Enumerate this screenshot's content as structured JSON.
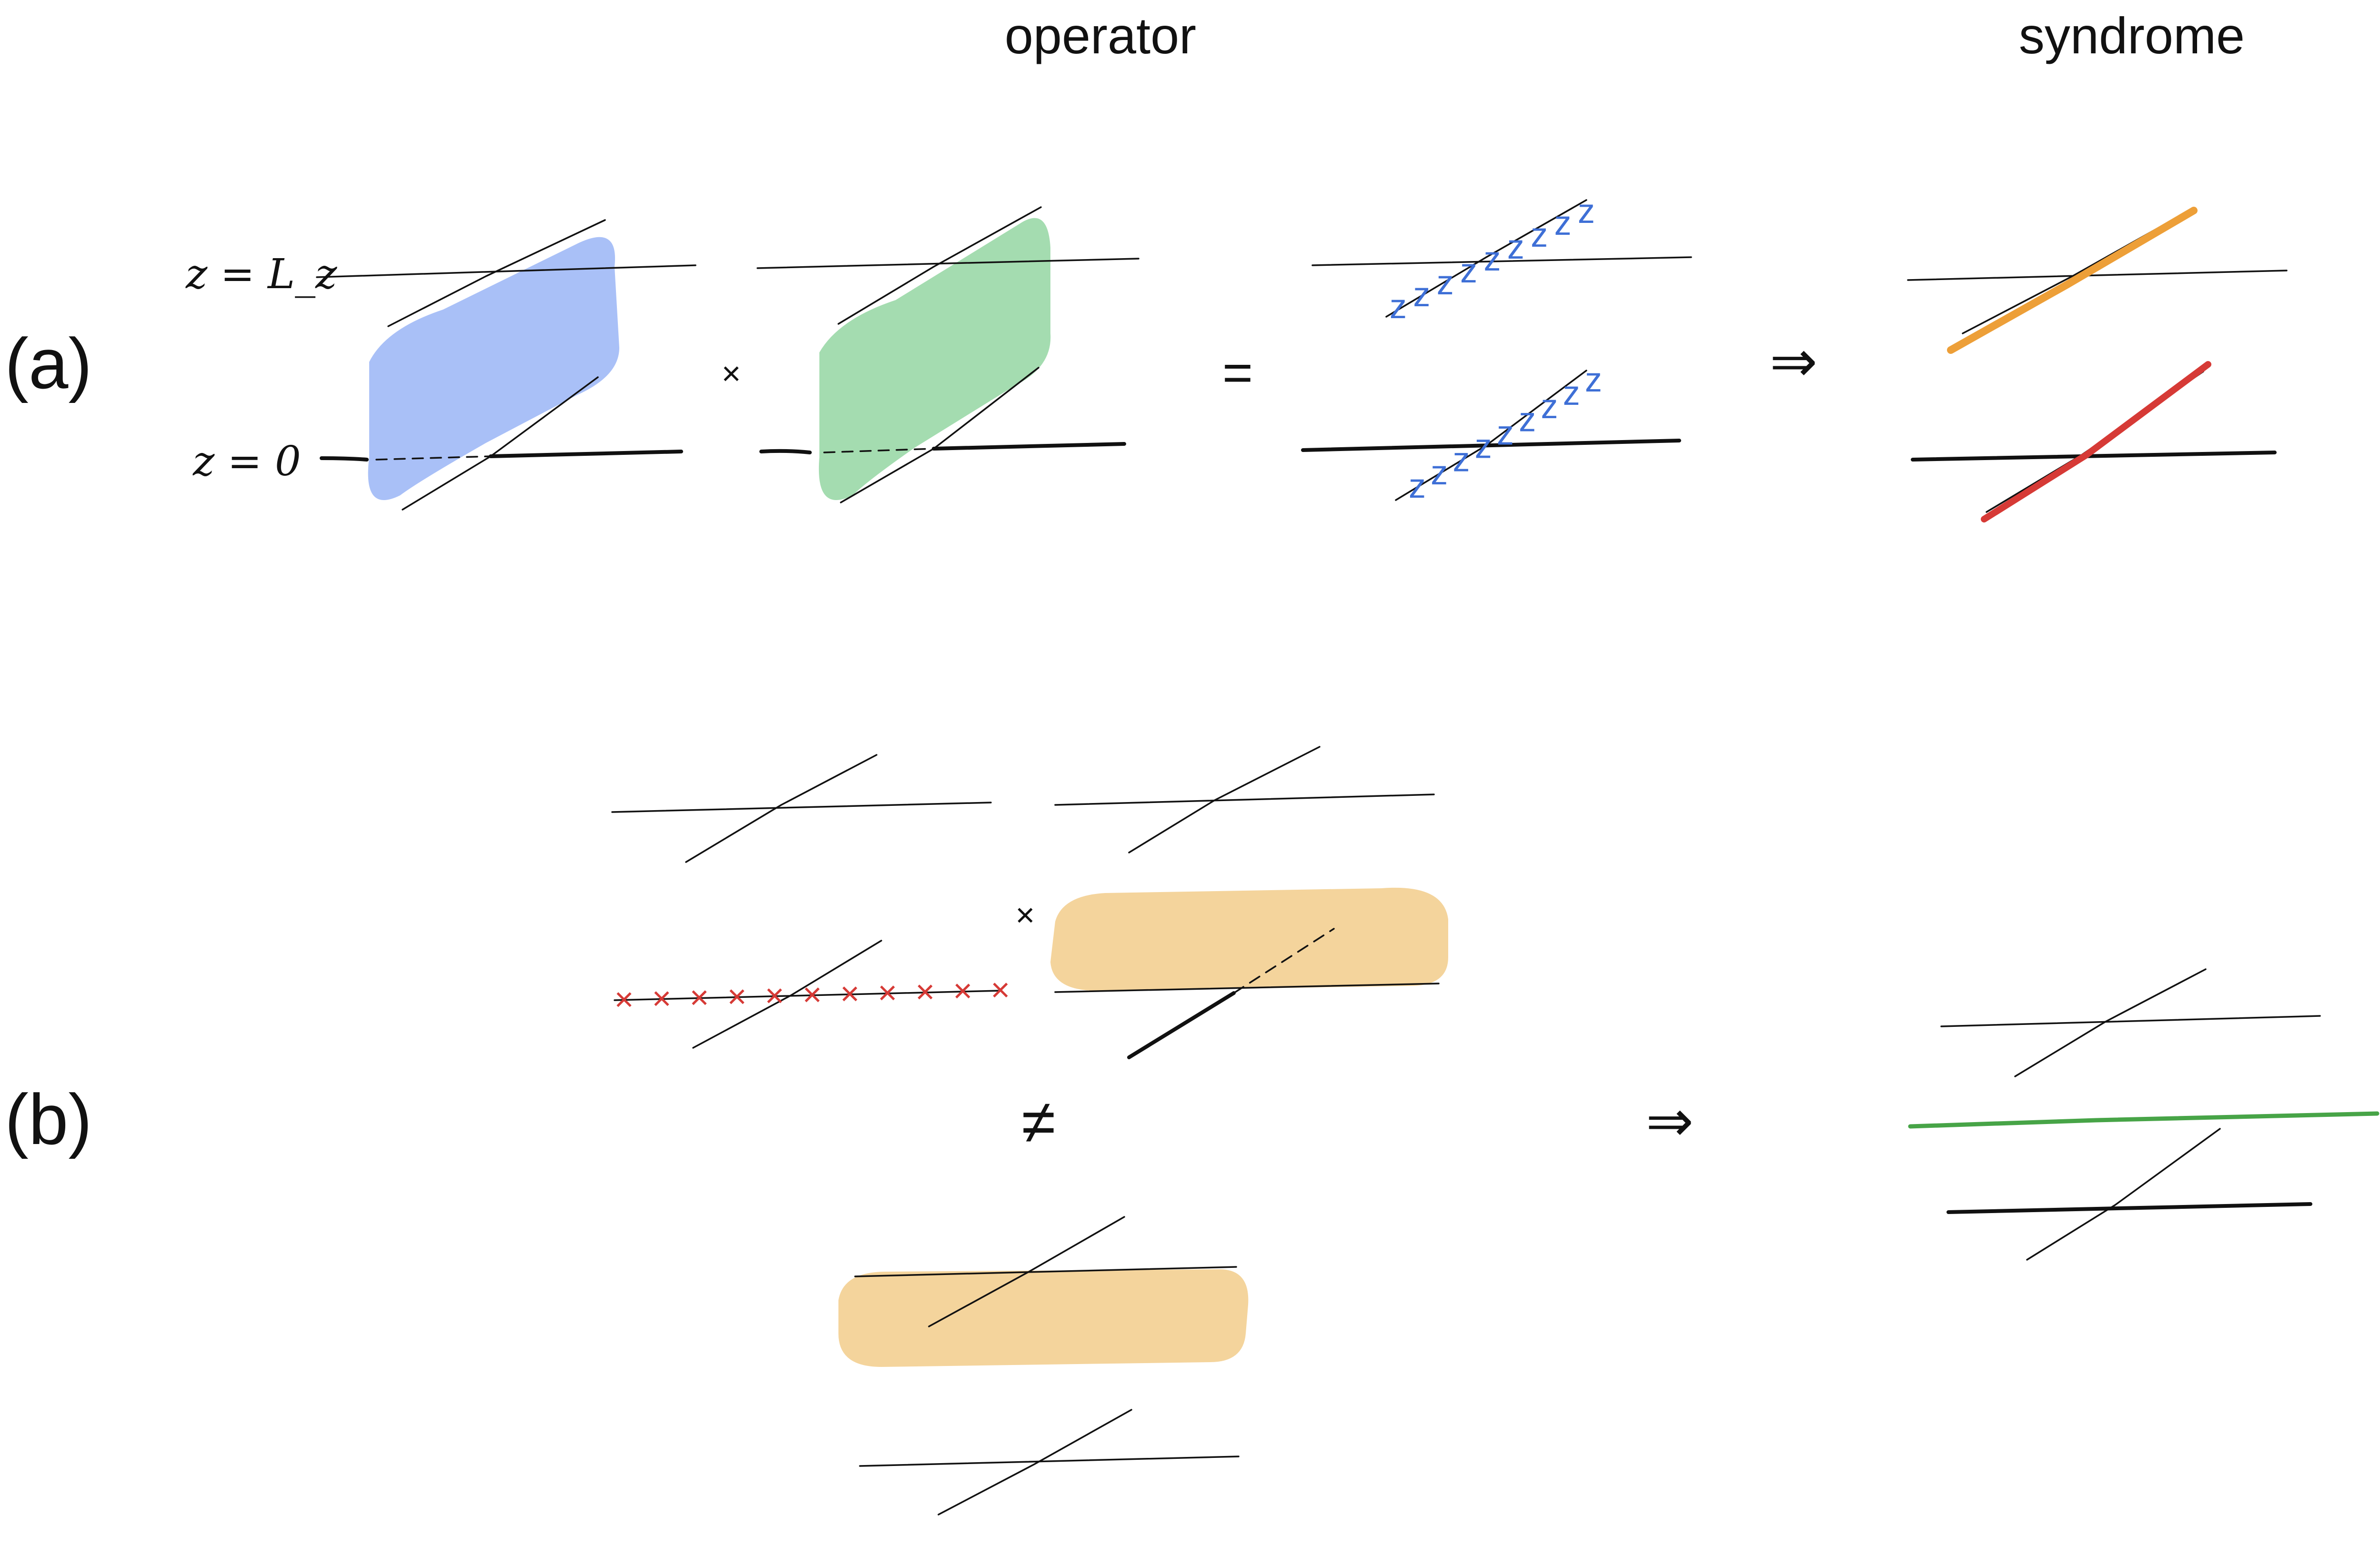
{
  "headers": {
    "operator": "operator",
    "syndrome": "syndrome"
  },
  "panels": {
    "a": {
      "label": "(a)",
      "top_boundary_label": "z = L_z",
      "bottom_boundary_label": "z = 0",
      "times_symbol": "×",
      "equals_symbol": "=",
      "implies_symbol": "⇒",
      "z_mark": "z",
      "membrane_colors": [
        "#a9c0f7",
        "#a4dcb0"
      ],
      "z_string_color": "#3e6fd6",
      "syndrome_colors": [
        "#ed9f38",
        "#d63a36"
      ]
    },
    "b": {
      "label": "(b)",
      "times_symbol": "×",
      "not_equal_symbol": "≠",
      "implies_symbol": "⇒",
      "x_mark": "×",
      "x_string_color": "#d63a36",
      "membrane_color": "#f4d49c",
      "syndrome_color": "#47a447"
    }
  }
}
